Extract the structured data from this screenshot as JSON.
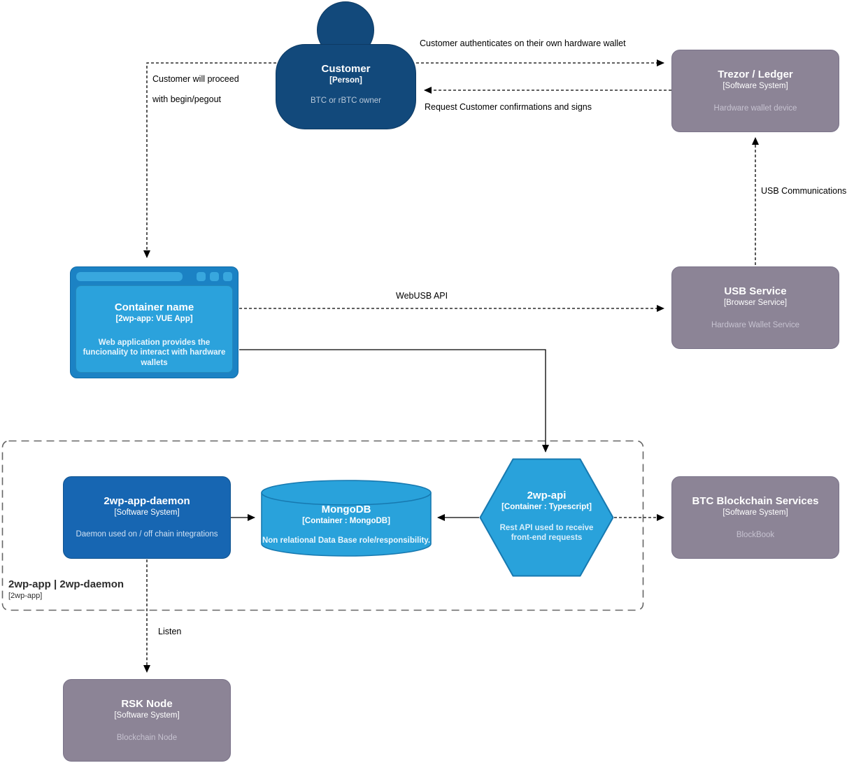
{
  "nodes": {
    "customer": {
      "title": "Customer",
      "subtitle": "[Person]",
      "description": "BTC or rBTC owner"
    },
    "trezor": {
      "title": "Trezor / Ledger",
      "subtitle": "[Software System]",
      "description": "Hardware wallet device"
    },
    "container": {
      "title": "Container name",
      "subtitle": "[2wp-app: VUE App]",
      "description": "Web application provides the funcionality to interact with hardware wallets"
    },
    "usb_service": {
      "title": "USB Service",
      "subtitle": "[Browser Service]",
      "description": "Hardware Wallet Service"
    },
    "daemon": {
      "title": "2wp-app-daemon",
      "subtitle": "[Software System]",
      "description": "Daemon used on / off chain integrations"
    },
    "mongodb": {
      "title": "MongoDB",
      "subtitle": "[Container : MongoDB]",
      "description": "Non relational Data Base role/responsibility."
    },
    "api": {
      "title": "2wp-api",
      "subtitle": "[Container : Typescript]",
      "description": "Rest API used to receive front-end requests"
    },
    "btc": {
      "title": "BTC Blockchain Services",
      "subtitle": "[Software System]",
      "description": "BlockBook"
    },
    "rsk": {
      "title": "RSK Node",
      "subtitle": "[Software System]",
      "description": "Blockchain Node"
    }
  },
  "boundary": {
    "title": "2wp-app | 2wp-daemon",
    "subtitle": "[2wp-app]"
  },
  "edges": {
    "auth": "Customer authenticates on their own hardware wallet",
    "confirm": "Request Customer confirmations and signs",
    "proceed_line1": "Customer will proceed",
    "proceed_line2": "with begin/pegout",
    "usb_comm": "USB Communications",
    "webusb": "WebUSB API",
    "listen": "Listen"
  },
  "colors": {
    "person_fill": "#12497B",
    "software_system_fill": "#8C8496",
    "container_blue_fill": "#29A2DB",
    "container_blue_stroke": "#1779B0",
    "daemon_fill": "#1766B2",
    "browser_frame_fill": "#1B82C4",
    "boundary_stroke": "#666666",
    "edge_color": "#000000"
  }
}
